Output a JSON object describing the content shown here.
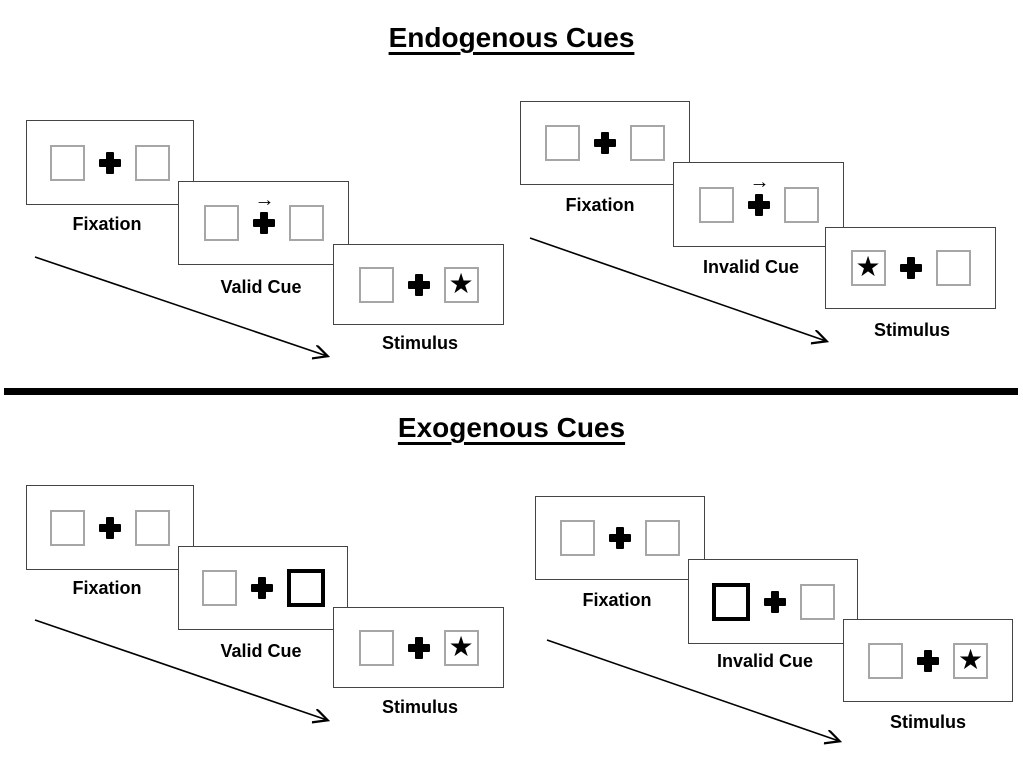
{
  "colors": {
    "ink": "#000000",
    "panel_border": "#444444",
    "box_border": "#a6a6a6",
    "background": "#ffffff"
  },
  "icons": {
    "star": "★",
    "cue_arrow": "→"
  },
  "sections": [
    {
      "title": "Endogenous Cues",
      "cue_type": "central arrow above fixation cross",
      "sequences": [
        {
          "name": "valid",
          "panels": [
            {
              "label": "Fixation",
              "left_box": "empty",
              "right_box": "empty",
              "cue": "none"
            },
            {
              "label": "Valid Cue",
              "left_box": "empty",
              "right_box": "empty",
              "cue": "right-arrow-above-cross"
            },
            {
              "label": "Stimulus",
              "left_box": "empty",
              "right_box": "star",
              "cue": "none"
            }
          ]
        },
        {
          "name": "invalid",
          "panels": [
            {
              "label": "Fixation",
              "left_box": "empty",
              "right_box": "empty",
              "cue": "none"
            },
            {
              "label": "Invalid Cue",
              "left_box": "empty",
              "right_box": "empty",
              "cue": "right-arrow-above-cross"
            },
            {
              "label": "Stimulus",
              "left_box": "star",
              "right_box": "empty",
              "cue": "none"
            }
          ]
        }
      ]
    },
    {
      "title": "Exogenous Cues",
      "cue_type": "peripheral box brightening",
      "sequences": [
        {
          "name": "valid",
          "panels": [
            {
              "label": "Fixation",
              "left_box": "empty",
              "right_box": "empty",
              "cue": "none"
            },
            {
              "label": "Valid Cue",
              "left_box": "empty",
              "right_box": "bold",
              "cue": "right-box-bold"
            },
            {
              "label": "Stimulus",
              "left_box": "empty",
              "right_box": "star",
              "cue": "none"
            }
          ]
        },
        {
          "name": "invalid",
          "panels": [
            {
              "label": "Fixation",
              "left_box": "empty",
              "right_box": "empty",
              "cue": "none"
            },
            {
              "label": "Invalid Cue",
              "left_box": "bold",
              "right_box": "empty",
              "cue": "left-box-bold"
            },
            {
              "label": "Stimulus",
              "left_box": "empty",
              "right_box": "star",
              "cue": "none"
            }
          ]
        }
      ]
    }
  ]
}
